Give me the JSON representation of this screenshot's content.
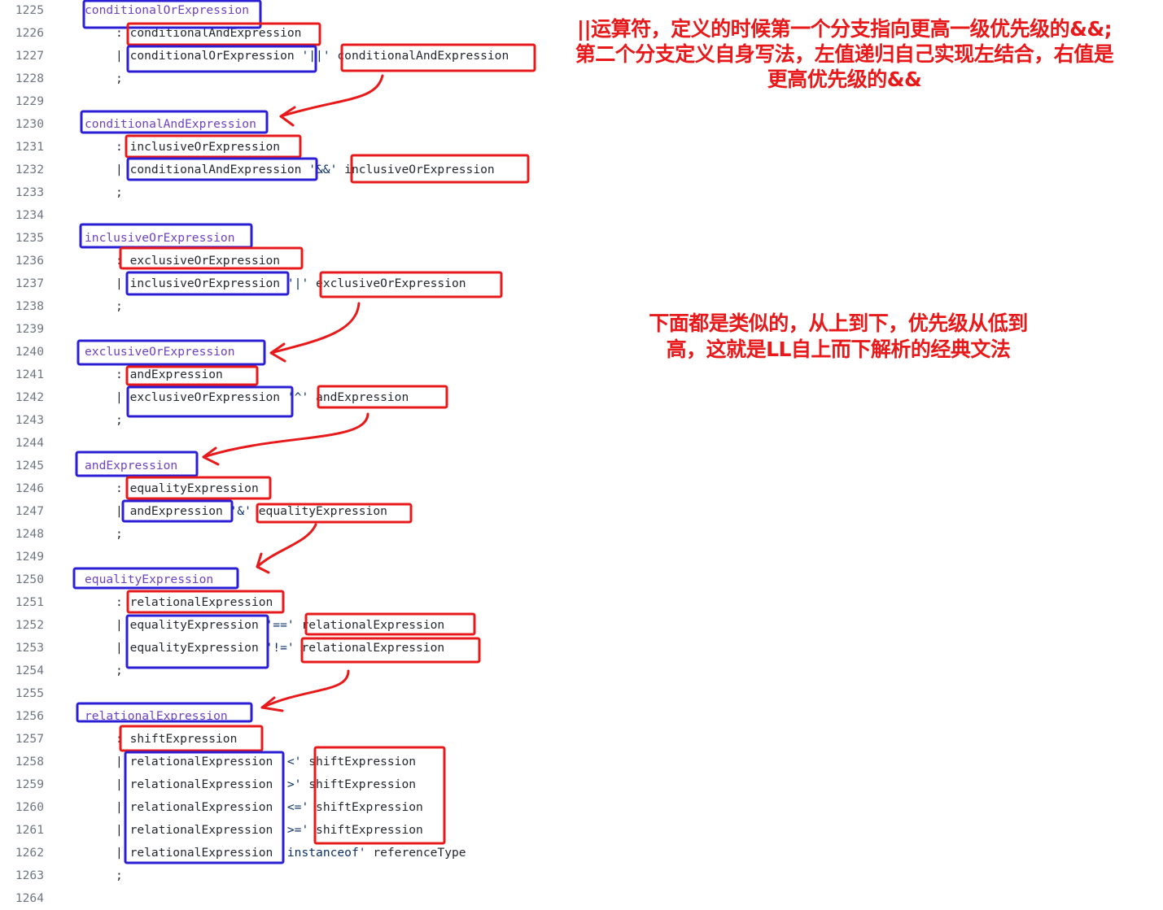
{
  "lines": [
    {
      "num": "1225",
      "indent": 0,
      "tokens": [
        {
          "text": "conditionalOrExpression",
          "type": "rule"
        }
      ]
    },
    {
      "num": "1226",
      "indent": 1,
      "tokens": [
        {
          "text": ": ",
          "type": "punct"
        },
        {
          "text": "conditionalAndExpression",
          "type": "plain"
        }
      ]
    },
    {
      "num": "1227",
      "indent": 1,
      "tokens": [
        {
          "text": "| ",
          "type": "punct"
        },
        {
          "text": "conditionalOrExpression",
          "type": "plain"
        },
        {
          "text": " '||' ",
          "type": "lit"
        },
        {
          "text": "conditionalAndExpression",
          "type": "plain"
        }
      ]
    },
    {
      "num": "1228",
      "indent": 1,
      "tokens": [
        {
          "text": ";",
          "type": "punct"
        }
      ]
    },
    {
      "num": "1229",
      "indent": 0,
      "tokens": []
    },
    {
      "num": "1230",
      "indent": 0,
      "tokens": [
        {
          "text": "conditionalAndExpression",
          "type": "rule"
        }
      ]
    },
    {
      "num": "1231",
      "indent": 1,
      "tokens": [
        {
          "text": ": ",
          "type": "punct"
        },
        {
          "text": "inclusiveOrExpression",
          "type": "plain"
        }
      ]
    },
    {
      "num": "1232",
      "indent": 1,
      "tokens": [
        {
          "text": "| ",
          "type": "punct"
        },
        {
          "text": "conditionalAndExpression",
          "type": "plain"
        },
        {
          "text": " '&&' ",
          "type": "lit"
        },
        {
          "text": "inclusiveOrExpression",
          "type": "plain"
        }
      ]
    },
    {
      "num": "1233",
      "indent": 1,
      "tokens": [
        {
          "text": ";",
          "type": "punct"
        }
      ]
    },
    {
      "num": "1234",
      "indent": 0,
      "tokens": []
    },
    {
      "num": "1235",
      "indent": 0,
      "tokens": [
        {
          "text": "inclusiveOrExpression",
          "type": "rule"
        }
      ]
    },
    {
      "num": "1236",
      "indent": 1,
      "tokens": [
        {
          "text": ": ",
          "type": "punct"
        },
        {
          "text": "exclusiveOrExpression",
          "type": "plain"
        }
      ]
    },
    {
      "num": "1237",
      "indent": 1,
      "tokens": [
        {
          "text": "| ",
          "type": "punct"
        },
        {
          "text": "inclusiveOrExpression",
          "type": "plain"
        },
        {
          "text": " '|' ",
          "type": "lit"
        },
        {
          "text": "exclusiveOrExpression",
          "type": "plain"
        }
      ]
    },
    {
      "num": "1238",
      "indent": 1,
      "tokens": [
        {
          "text": ";",
          "type": "punct"
        }
      ]
    },
    {
      "num": "1239",
      "indent": 0,
      "tokens": []
    },
    {
      "num": "1240",
      "indent": 0,
      "tokens": [
        {
          "text": "exclusiveOrExpression",
          "type": "rule"
        }
      ]
    },
    {
      "num": "1241",
      "indent": 1,
      "tokens": [
        {
          "text": ": ",
          "type": "punct"
        },
        {
          "text": "andExpression",
          "type": "plain"
        }
      ]
    },
    {
      "num": "1242",
      "indent": 1,
      "tokens": [
        {
          "text": "| ",
          "type": "punct"
        },
        {
          "text": "exclusiveOrExpression",
          "type": "plain"
        },
        {
          "text": " '^' ",
          "type": "lit"
        },
        {
          "text": "andExpression",
          "type": "plain"
        }
      ]
    },
    {
      "num": "1243",
      "indent": 1,
      "tokens": [
        {
          "text": ";",
          "type": "punct"
        }
      ]
    },
    {
      "num": "1244",
      "indent": 0,
      "tokens": []
    },
    {
      "num": "1245",
      "indent": 0,
      "tokens": [
        {
          "text": "andExpression",
          "type": "rule"
        }
      ]
    },
    {
      "num": "1246",
      "indent": 1,
      "tokens": [
        {
          "text": ": ",
          "type": "punct"
        },
        {
          "text": "equalityExpression",
          "type": "plain"
        }
      ]
    },
    {
      "num": "1247",
      "indent": 1,
      "tokens": [
        {
          "text": "| ",
          "type": "punct"
        },
        {
          "text": "andExpression",
          "type": "plain"
        },
        {
          "text": " '&' ",
          "type": "lit"
        },
        {
          "text": "equalityExpression",
          "type": "plain"
        }
      ]
    },
    {
      "num": "1248",
      "indent": 1,
      "tokens": [
        {
          "text": ";",
          "type": "punct"
        }
      ]
    },
    {
      "num": "1249",
      "indent": 0,
      "tokens": []
    },
    {
      "num": "1250",
      "indent": 0,
      "tokens": [
        {
          "text": "equalityExpression",
          "type": "rule"
        }
      ]
    },
    {
      "num": "1251",
      "indent": 1,
      "tokens": [
        {
          "text": ": ",
          "type": "punct"
        },
        {
          "text": "relationalExpression",
          "type": "plain"
        }
      ]
    },
    {
      "num": "1252",
      "indent": 1,
      "tokens": [
        {
          "text": "| ",
          "type": "punct"
        },
        {
          "text": "equalityExpression",
          "type": "plain"
        },
        {
          "text": " '==' ",
          "type": "lit"
        },
        {
          "text": "relationalExpression",
          "type": "plain"
        }
      ]
    },
    {
      "num": "1253",
      "indent": 1,
      "tokens": [
        {
          "text": "| ",
          "type": "punct"
        },
        {
          "text": "equalityExpression",
          "type": "plain"
        },
        {
          "text": " '!=' ",
          "type": "lit"
        },
        {
          "text": "relationalExpression",
          "type": "plain"
        }
      ]
    },
    {
      "num": "1254",
      "indent": 1,
      "tokens": [
        {
          "text": ";",
          "type": "punct"
        }
      ]
    },
    {
      "num": "1255",
      "indent": 0,
      "tokens": []
    },
    {
      "num": "1256",
      "indent": 0,
      "tokens": [
        {
          "text": "relationalExpression",
          "type": "rule"
        }
      ]
    },
    {
      "num": "1257",
      "indent": 1,
      "tokens": [
        {
          "text": ": ",
          "type": "punct"
        },
        {
          "text": "shiftExpression",
          "type": "plain"
        }
      ]
    },
    {
      "num": "1258",
      "indent": 1,
      "tokens": [
        {
          "text": "| ",
          "type": "punct"
        },
        {
          "text": "relationalExpression",
          "type": "plain"
        },
        {
          "text": " '<' ",
          "type": "lit"
        },
        {
          "text": "shiftExpression",
          "type": "plain"
        }
      ]
    },
    {
      "num": "1259",
      "indent": 1,
      "tokens": [
        {
          "text": "| ",
          "type": "punct"
        },
        {
          "text": "relationalExpression",
          "type": "plain"
        },
        {
          "text": " '>' ",
          "type": "lit"
        },
        {
          "text": "shiftExpression",
          "type": "plain"
        }
      ]
    },
    {
      "num": "1260",
      "indent": 1,
      "tokens": [
        {
          "text": "| ",
          "type": "punct"
        },
        {
          "text": "relationalExpression",
          "type": "plain"
        },
        {
          "text": " '<=' ",
          "type": "lit"
        },
        {
          "text": "shiftExpression",
          "type": "plain"
        }
      ]
    },
    {
      "num": "1261",
      "indent": 1,
      "tokens": [
        {
          "text": "| ",
          "type": "punct"
        },
        {
          "text": "relationalExpression",
          "type": "plain"
        },
        {
          "text": " '>=' ",
          "type": "lit"
        },
        {
          "text": "shiftExpression",
          "type": "plain"
        }
      ]
    },
    {
      "num": "1262",
      "indent": 1,
      "tokens": [
        {
          "text": "| ",
          "type": "punct"
        },
        {
          "text": "relationalExpression",
          "type": "plain"
        },
        {
          "text": " 'instanceof' ",
          "type": "lit"
        },
        {
          "text": "referenceType",
          "type": "plain"
        }
      ]
    },
    {
      "num": "1263",
      "indent": 1,
      "tokens": [
        {
          "text": ";",
          "type": "punct"
        }
      ]
    },
    {
      "num": "1264",
      "indent": 0,
      "tokens": []
    }
  ],
  "annotations": {
    "top": [
      "||运算符，定义的时候第一个分支指向更高一级优先级的&&;",
      "第二个分支定义自身写法，左值递归自己实现左结合，右值是",
      "更高优先级的&&"
    ],
    "middle": [
      "下面都是类似的，从上到下，优先级从低到",
      "高，这就是LL自上而下解析的经典文法"
    ]
  },
  "colors": {
    "rule": "#6f42c1",
    "line_number": "#6e7781",
    "literal": "#0a3069",
    "highlight_blue": "#2b1fd6",
    "highlight_red": "#e8191a"
  }
}
